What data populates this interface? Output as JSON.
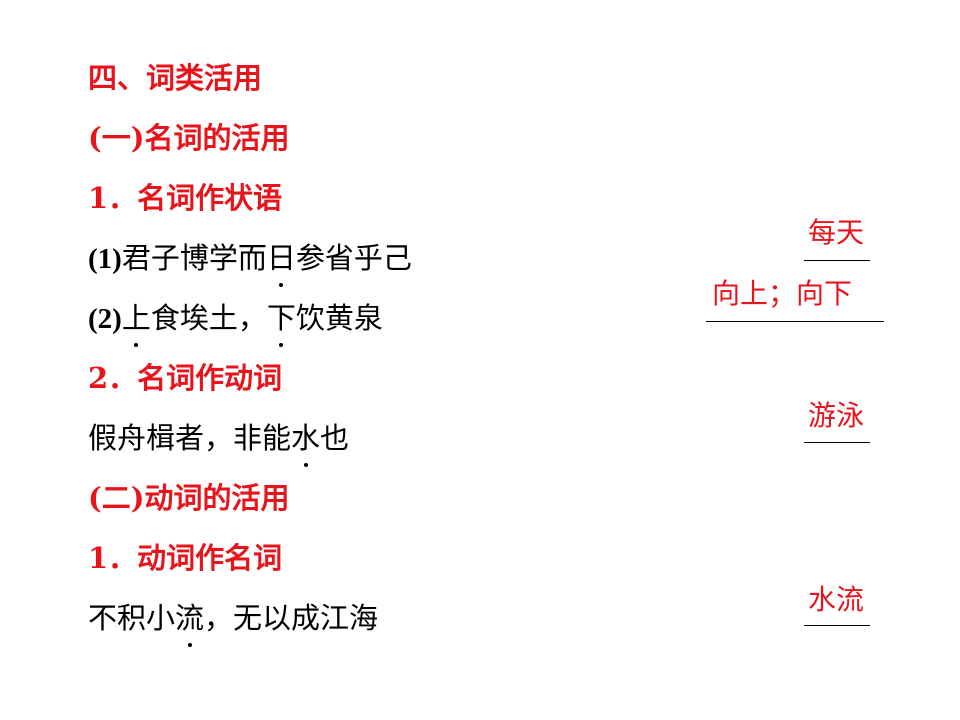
{
  "sections": {
    "heading4": "四、词类活用",
    "sub1": "(一)名词的活用",
    "item1": "1．名词作状语",
    "ex1_num": "(1)",
    "ex1_pre": "君子博学而",
    "ex1_dot": "日",
    "ex1_post": "参省乎己",
    "ex2_num": "(2)",
    "ex2_dot1": "上",
    "ex2_mid": "食埃土，",
    "ex2_dot2": "下",
    "ex2_post": "饮黄泉",
    "item2": "2．名词作动词",
    "ex3_pre": "假舟楫者，非能",
    "ex3_dot": "水",
    "ex3_post": "也",
    "sub2": "(二)动词的活用",
    "item3": "1．动词作名词",
    "ex4_pre": "不积小",
    "ex4_dot": "流",
    "ex4_post": "，无以成江海"
  },
  "answers": {
    "a1": "每天",
    "a2": "向上；向下",
    "a3": "游泳",
    "a4": "水流"
  }
}
